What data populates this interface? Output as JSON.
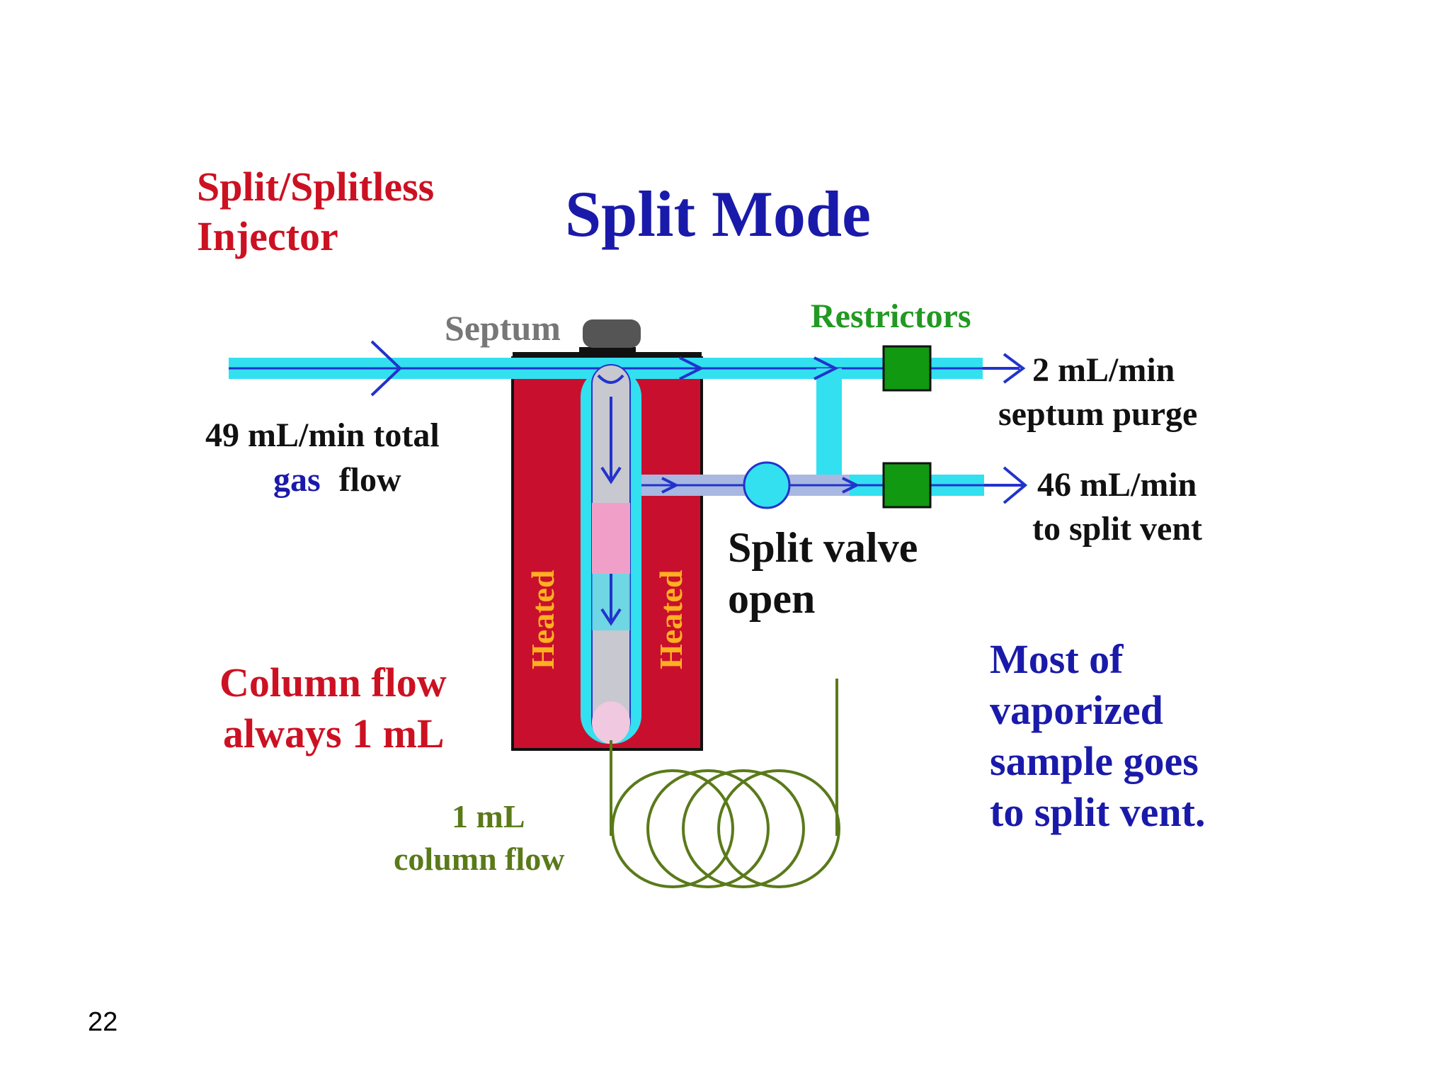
{
  "diagram": {
    "label_injector_line1": "Split/Splitless",
    "label_injector_line2": "Injector",
    "title": "Split Mode",
    "label_septum": "Septum",
    "label_restrictors": "Restrictors",
    "label_total_flow_line1": "49 mL/min total",
    "label_total_flow_gas": "gas",
    "label_total_flow_flow": "flow",
    "label_purge_line1": "2 mL/min",
    "label_purge_line2": "septum purge",
    "label_vent_line1": "46 mL/min",
    "label_vent_line2": "to split vent",
    "label_valve_line1": "Split valve",
    "label_valve_line2": "open",
    "label_heated_left": "Heated",
    "label_heated_right": "Heated",
    "label_colflow_line1": "Column flow",
    "label_colflow_line2": "always 1 mL",
    "label_column_line1": "1 mL",
    "label_column_line2": "column flow",
    "label_note_line1": "Most of",
    "label_note_line2": "vaporized",
    "label_note_line3": "sample goes",
    "label_note_line4": "to split vent."
  },
  "slide_number": "22",
  "colors": {
    "gas_line": "#33e0f0",
    "gas_arrow": "#2233cc",
    "heater": "#c8102e",
    "heated_text": "#ffb020",
    "restrictor": "#119911",
    "column": "#5a7a1a",
    "split_line": "#a8b8e0",
    "sample": "#f0a0c8",
    "title_blue": "#1a1aaa",
    "label_red": "#cc1122",
    "label_green": "#229922"
  }
}
